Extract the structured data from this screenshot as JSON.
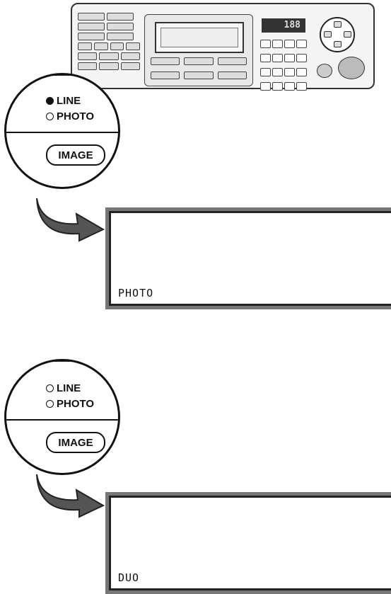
{
  "panel": {
    "counter": "188"
  },
  "step1": {
    "modes": [
      {
        "label": "LINE",
        "active": true
      },
      {
        "label": "PHOTO",
        "active": false
      }
    ],
    "button_label": "IMAGE",
    "display_text": "PHOTO"
  },
  "step2": {
    "modes": [
      {
        "label": "LINE",
        "active": false
      },
      {
        "label": "PHOTO",
        "active": false
      }
    ],
    "button_label": "IMAGE",
    "display_text": "DUO"
  }
}
